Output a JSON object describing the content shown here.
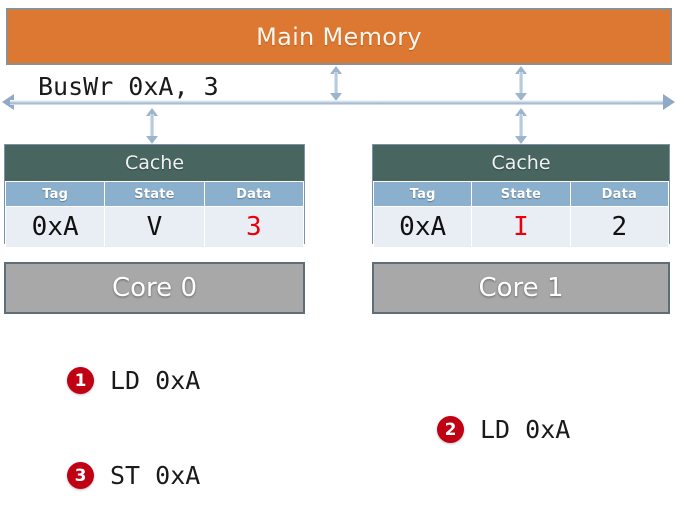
{
  "diagram": {
    "title": "Cache coherence bus write diagram",
    "main_memory": {
      "label": "Main Memory",
      "color": "#dd7832"
    },
    "bus": {
      "label": "BusWr 0xA, 3",
      "color": "#9fb6cd"
    },
    "caches": [
      {
        "title": "Cache",
        "headers": [
          "Tag",
          "State",
          "Data"
        ],
        "row": [
          "0xA",
          "V",
          "3"
        ],
        "highlight": {
          "tag": false,
          "state": false,
          "data": true
        },
        "highlight_color": "#e8000d"
      },
      {
        "title": "Cache",
        "headers": [
          "Tag",
          "State",
          "Data"
        ],
        "row": [
          "0xA",
          "I",
          "2"
        ],
        "highlight": {
          "tag": false,
          "state": true,
          "data": false
        },
        "highlight_color": "#e8000d"
      }
    ],
    "cores": [
      {
        "label": "Core 0"
      },
      {
        "label": "Core 1"
      }
    ],
    "steps": [
      {
        "number": "1",
        "text": "LD 0xA"
      },
      {
        "number": "2",
        "text": "LD 0xA"
      },
      {
        "number": "3",
        "text": "ST 0xA"
      }
    ],
    "badge_color": "#c00013"
  }
}
